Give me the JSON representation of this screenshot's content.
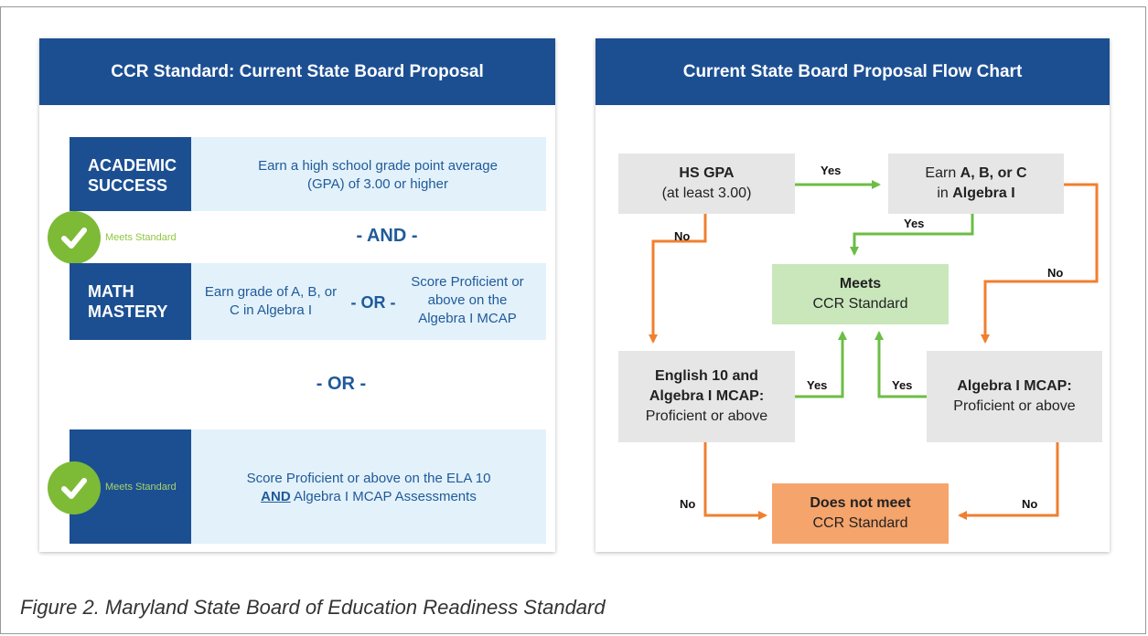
{
  "left_panel": {
    "title": "CCR Standard: Current State Board Proposal",
    "academic_label": "ACADEMIC SUCCESS",
    "academic_desc": "Earn a high school grade point average (GPA) of 3.00 or higher",
    "and_text": "- AND -",
    "meets_label_1": "Meets Standard",
    "math_label": "MATH MASTERY",
    "math_option_1": "Earn grade of A, B, or C in Algebra I",
    "math_or": "- OR -",
    "math_option_2": "Score Proficient or above on the Algebra I MCAP",
    "or_text": "- OR -",
    "meets_label_2": "Meets Standard",
    "alt_desc_1": "Score Proficient or above on the ELA 10",
    "alt_desc_and": "AND",
    "alt_desc_2": "Algebra I MCAP Assessments"
  },
  "right_panel": {
    "title": "Current State Board Proposal Flow Chart",
    "hs_gpa_title": "HS GPA",
    "hs_gpa_sub": "(at least 3.00)",
    "earn_line1_pre": "Earn",
    "earn_line1_bold": "A, B, or C",
    "earn_line2_pre": "in",
    "earn_line2_bold": "Algebra I",
    "meets_title": "Meets",
    "meets_sub": "CCR Standard",
    "english_line1": "English 10 and",
    "english_line2": "Algebra I MCAP:",
    "english_sub": "Proficient or above",
    "algebra_title": "Algebra I MCAP:",
    "algebra_sub": "Proficient or above",
    "not_meet_title": "Does not meet",
    "not_meet_sub": "CCR Standard",
    "yes_label": "Yes",
    "no_label": "No"
  },
  "caption": "Figure 2. Maryland State Board of Education Readiness Standard",
  "colors": {
    "header_blue": "#1c4f92",
    "light_blue": "#e3f1fa",
    "check_green": "#7dbb36",
    "arrow_green": "#6cbd45",
    "arrow_orange": "#f07f2f",
    "meets_green": "#c9e7bb",
    "not_meet_orange": "#f5a46c",
    "box_gray": "#e6e6e6"
  }
}
